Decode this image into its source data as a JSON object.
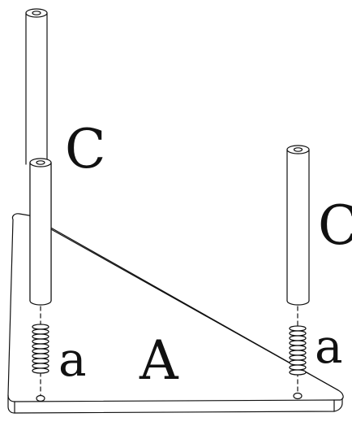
{
  "labels": {
    "rod_left": "C",
    "rod_right": "C",
    "screw_left": "a",
    "screw_right": "a",
    "panel": "A"
  },
  "colors": {
    "stroke": "#111111",
    "fill": "#ffffff"
  }
}
